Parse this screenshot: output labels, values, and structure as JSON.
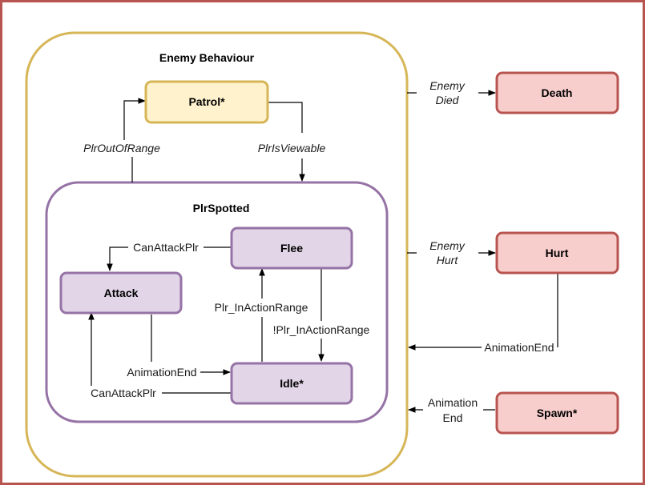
{
  "groups": {
    "enemy_behaviour": "Enemy Behaviour",
    "plr_spotted": "PlrSpotted"
  },
  "states": {
    "patrol": "Patrol*",
    "flee": "Flee",
    "attack": "Attack",
    "idle": "Idle*",
    "death": "Death",
    "hurt": "Hurt",
    "spawn": "Spawn*"
  },
  "transitions": {
    "plr_out_of_range": "PlrOutOfRange",
    "plr_is_viewable": "PlrIsViewable",
    "can_attack_plr_top": "CanAttackPlr",
    "can_attack_plr_bottom": "CanAttackPlr",
    "plr_in_action_range": "Plr_InActionRange",
    "not_plr_in_action_range": "!Plr_InActionRange",
    "animation_end_inner": "AnimationEnd",
    "enemy_died": [
      "Enemy",
      "Died"
    ],
    "enemy_hurt": [
      "Enemy",
      "Hurt"
    ],
    "animation_end_hurt": "AnimationEnd",
    "animation_end_spawn": [
      "Animation",
      "End"
    ]
  },
  "colors": {
    "frame_border": "#b85450",
    "behaviour_border": "#d6b656",
    "spotted_border": "#9673a6",
    "patrol_fill": "#fff2cc",
    "patrol_border": "#d6b656",
    "inner_state_fill": "#e1d5e7",
    "inner_state_border": "#9673a6",
    "outer_state_fill": "#f8cecc",
    "outer_state_border": "#b85450"
  }
}
